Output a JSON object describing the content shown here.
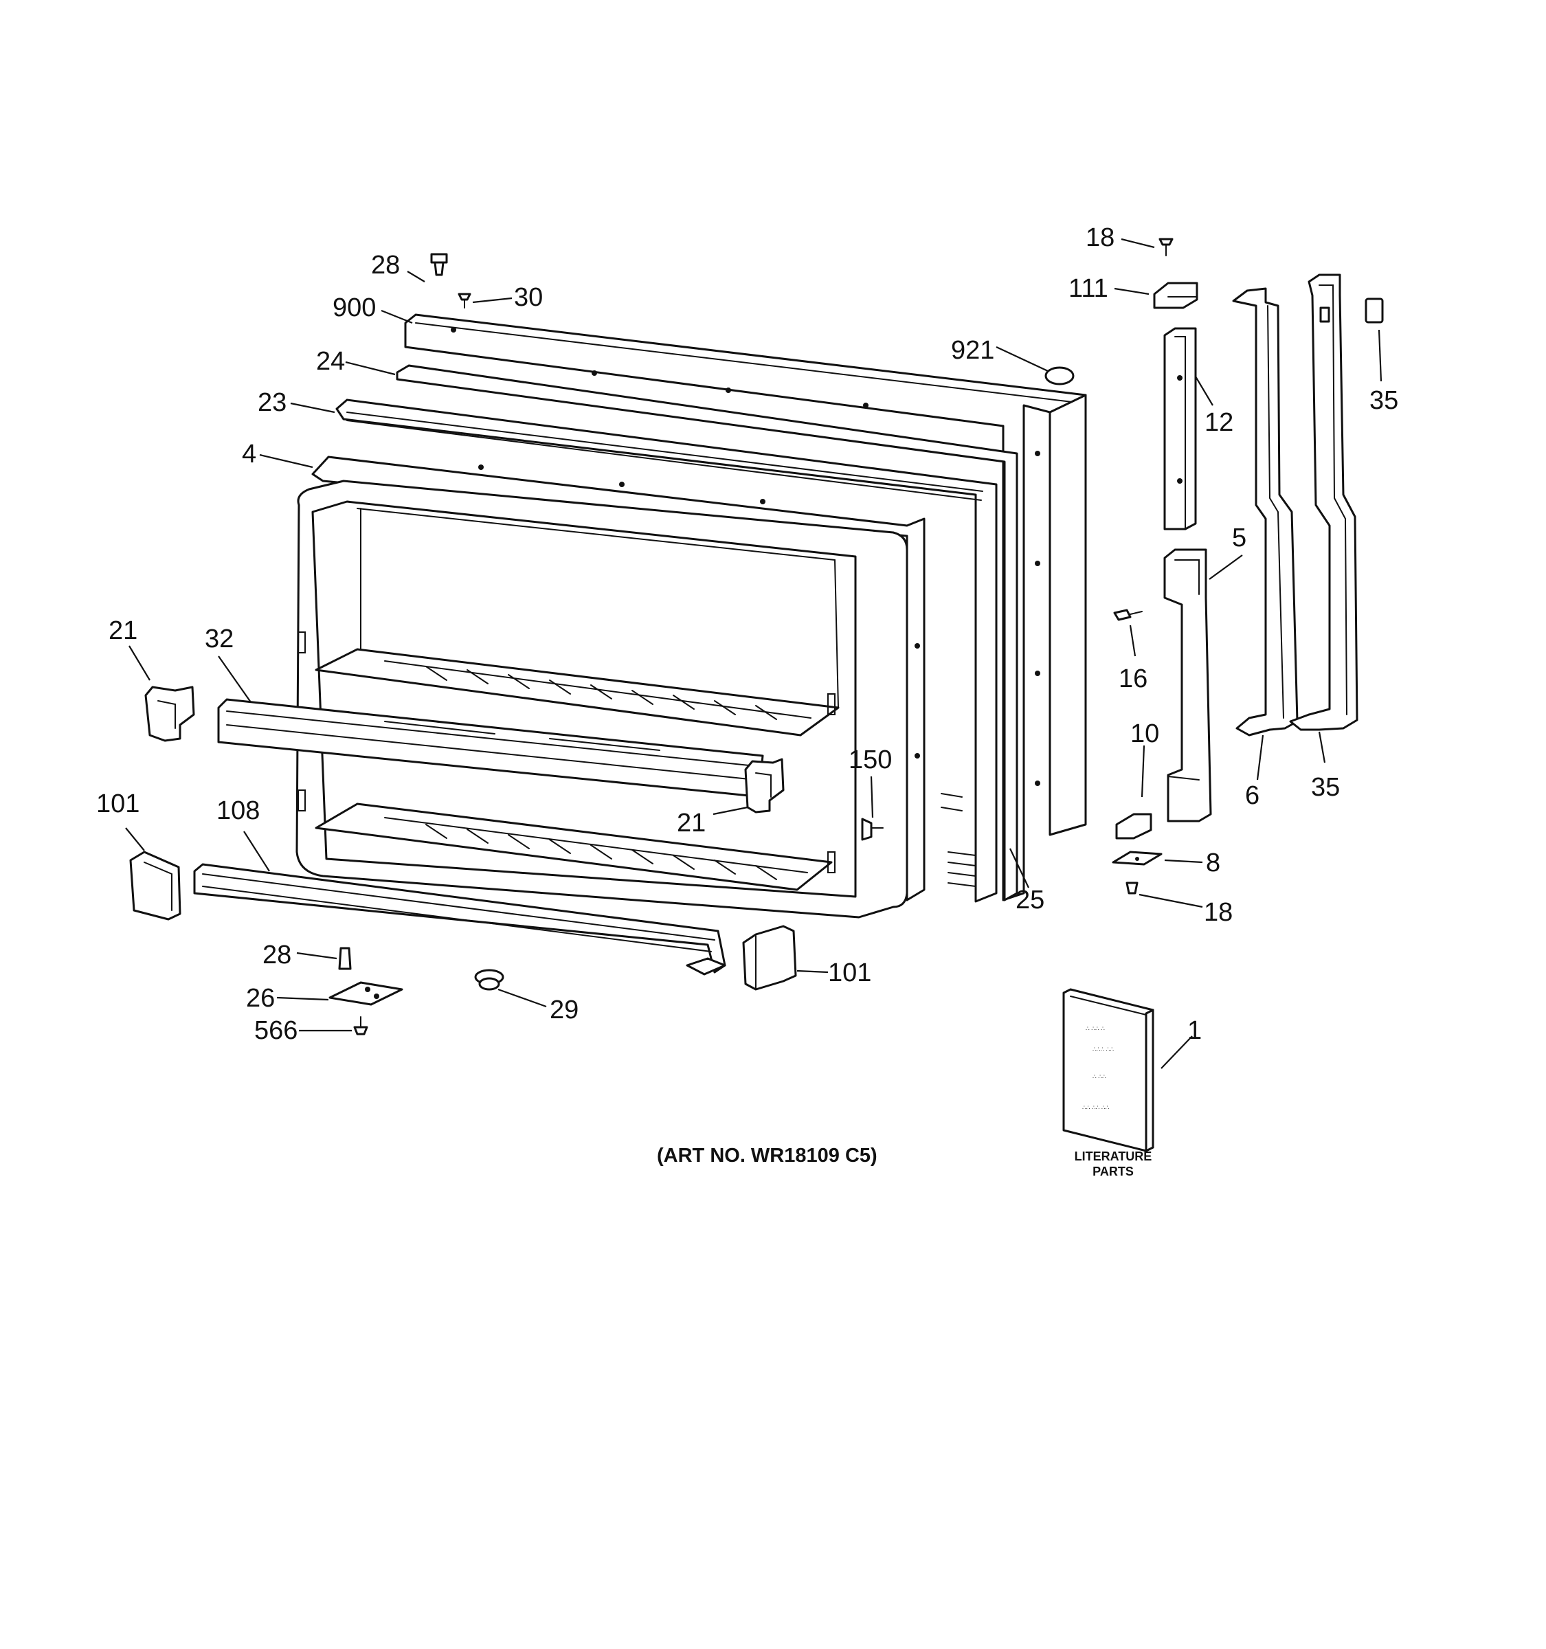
{
  "diagram": {
    "caption": "(ART NO. WR18109 C5)",
    "literature_label_line1": "LITERATURE",
    "literature_label_line2": "PARTS",
    "callouts": [
      {
        "id": "c-18-top",
        "text": "18"
      },
      {
        "id": "c-111",
        "text": "111"
      },
      {
        "id": "c-28-top",
        "text": "28"
      },
      {
        "id": "c-30",
        "text": "30"
      },
      {
        "id": "c-900",
        "text": "900"
      },
      {
        "id": "c-921",
        "text": "921"
      },
      {
        "id": "c-24",
        "text": "24"
      },
      {
        "id": "c-23",
        "text": "23"
      },
      {
        "id": "c-4",
        "text": "4"
      },
      {
        "id": "c-12",
        "text": "12"
      },
      {
        "id": "c-35-top",
        "text": "35"
      },
      {
        "id": "c-5",
        "text": "5"
      },
      {
        "id": "c-21-left",
        "text": "21"
      },
      {
        "id": "c-32",
        "text": "32"
      },
      {
        "id": "c-16",
        "text": "16"
      },
      {
        "id": "c-10",
        "text": "10"
      },
      {
        "id": "c-6",
        "text": "6"
      },
      {
        "id": "c-35-bottom",
        "text": "35"
      },
      {
        "id": "c-150",
        "text": "150"
      },
      {
        "id": "c-101-left",
        "text": "101"
      },
      {
        "id": "c-108",
        "text": "108"
      },
      {
        "id": "c-21-center",
        "text": "21"
      },
      {
        "id": "c-8",
        "text": "8"
      },
      {
        "id": "c-18-bottom",
        "text": "18"
      },
      {
        "id": "c-25",
        "text": "25"
      },
      {
        "id": "c-28-bottom",
        "text": "28"
      },
      {
        "id": "c-101-right",
        "text": "101"
      },
      {
        "id": "c-26",
        "text": "26"
      },
      {
        "id": "c-29",
        "text": "29"
      },
      {
        "id": "c-566",
        "text": "566"
      },
      {
        "id": "c-1",
        "text": "1"
      }
    ]
  }
}
